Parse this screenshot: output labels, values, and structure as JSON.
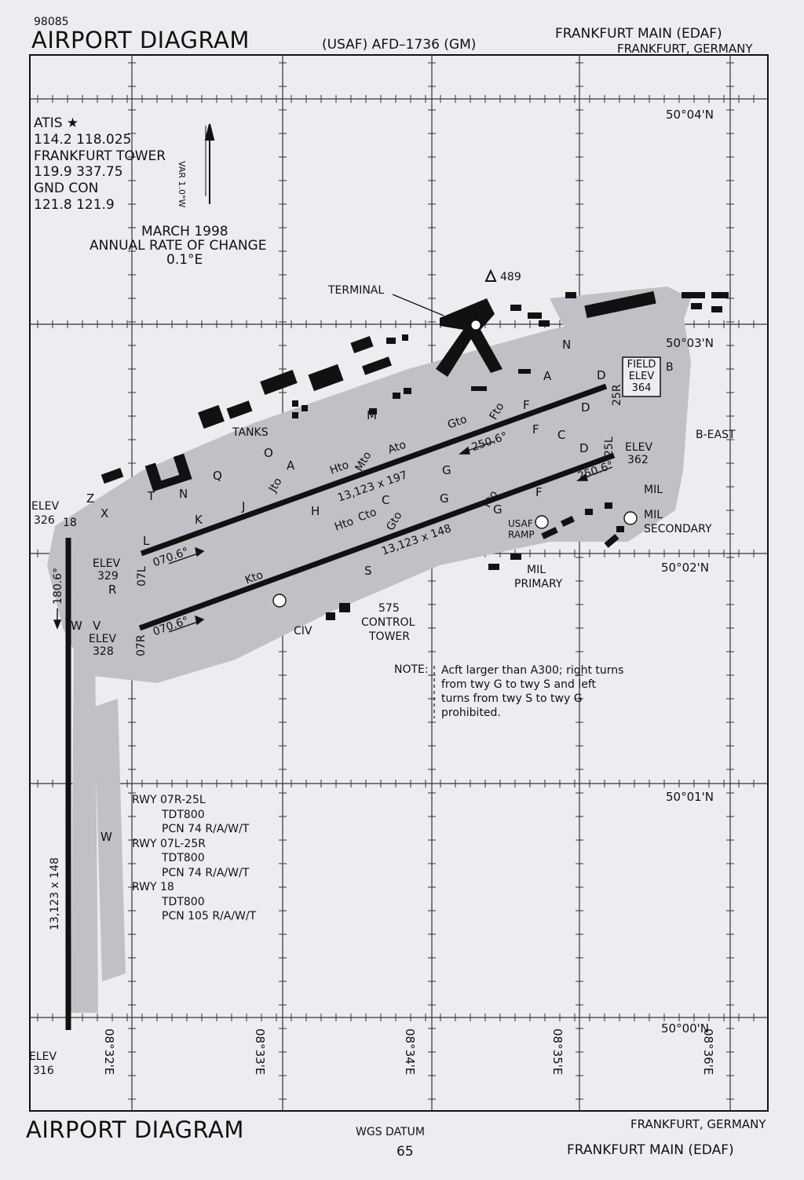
{
  "header": {
    "chart_number": "98085",
    "title": "AIRPORT DIAGRAM",
    "procedure": "(USAF) AFD–1736 (GM)",
    "airport": "FRANKFURT MAIN (EDAF)",
    "city": "FRANKFURT, GERMANY"
  },
  "frequencies": {
    "atis_label": "ATIS ★",
    "atis": "114.2   118.025",
    "tower_label": "FRANKFURT TOWER",
    "tower": "119.9   337.75",
    "gnd_label": "GND CON",
    "gnd": "121.8   121.9"
  },
  "variation": {
    "date": "MARCH 1998",
    "rate_label": "ANNUAL RATE OF CHANGE",
    "rate": "0.1°E",
    "var": "VAR 1.0°W"
  },
  "latitudes": [
    "50°04'N",
    "50°03'N",
    "50°02'N",
    "50°01'N",
    "50°00'N"
  ],
  "longitudes": [
    "08°32'E",
    "08°33'E",
    "08°34'E",
    "08°35'E",
    "08°36'E"
  ],
  "labels": {
    "obstacle": "489",
    "terminal": "TERMINAL",
    "tanks": "TANKS",
    "field_elev_1": "FIELD",
    "field_elev_2": "ELEV",
    "field_elev_3": "364",
    "b": "B",
    "b_east": "B-EAST",
    "elev_25l_1": "ELEV",
    "elev_25l_2": "362",
    "mil": "MIL",
    "mil_secondary": "MIL",
    "mil_secondary_2": "SECONDARY",
    "usaf_ramp_1": "USAF",
    "usaf_ramp_2": "RAMP",
    "mil_primary_1": "MIL",
    "mil_primary_2": "PRIMARY",
    "tower_elev": "575",
    "control_tower_1": "CONTROL",
    "control_tower_2": "TOWER",
    "civ": "CIV",
    "elev_w_1": "ELEV",
    "elev_w_2": "326",
    "elev_07l_1": "ELEV",
    "elev_07l_2": "329",
    "elev_07r_1": "ELEV",
    "elev_07r_2": "328",
    "elev_s_1": "ELEV",
    "elev_s_2": "316"
  },
  "runways": {
    "rwy_25r": "25R",
    "rwy_25l": "25L",
    "rwy_07l": "07L",
    "rwy_07r": "07R",
    "rwy_18": "18",
    "hdg_250_north": "250.6°",
    "hdg_250_south": "250.6°",
    "hdg_070_north": "070.6°",
    "hdg_070_south": "070.6°",
    "hdg_180": "180.6°",
    "dim_north": "13,123 x 197",
    "dim_south": "13,123 x 148",
    "dim_18": "13,123 x 148"
  },
  "taxiways": [
    "N",
    "A",
    "F",
    "D",
    "G",
    "M",
    "Gto",
    "Fto",
    "Ato",
    "Mto",
    "Hto",
    "O",
    "Q",
    "Jto",
    "J",
    "C",
    "Cto",
    "K",
    "L",
    "T",
    "X",
    "Z",
    "H",
    "S",
    "Kto",
    "R",
    "V",
    "W",
    "N",
    "A",
    "D",
    "C",
    "F",
    "F",
    "G",
    "Gto",
    "Fto",
    "Hto",
    "G",
    "D"
  ],
  "runway_specs": [
    {
      "rwy": "RWY 07R-25L",
      "line1": "TDT800",
      "line2": "PCN 74 R/A/W/T"
    },
    {
      "rwy": "RWY 07L-25R",
      "line1": "TDT800",
      "line2": "PCN 74 R/A/W/T"
    },
    {
      "rwy": "RWY 18",
      "line1": "TDT800",
      "line2": "PCN 105 R/A/W/T"
    }
  ],
  "note": {
    "label": "NOTE:",
    "line1": "Acft larger than A300; right turns",
    "line2": "from twy G to twy S and left",
    "line3": "turns from twy S to twy G",
    "line4": "prohibited."
  },
  "footer": {
    "title": "AIRPORT DIAGRAM",
    "datum": "WGS DATUM",
    "page": "65",
    "city": "FRANKFURT, GERMANY",
    "airport": "FRANKFURT MAIN (EDAF)"
  },
  "colors": {
    "paper": "#ecedf0",
    "ink": "#111111",
    "pavement": "#bfc1c6",
    "grid": "#333333"
  }
}
